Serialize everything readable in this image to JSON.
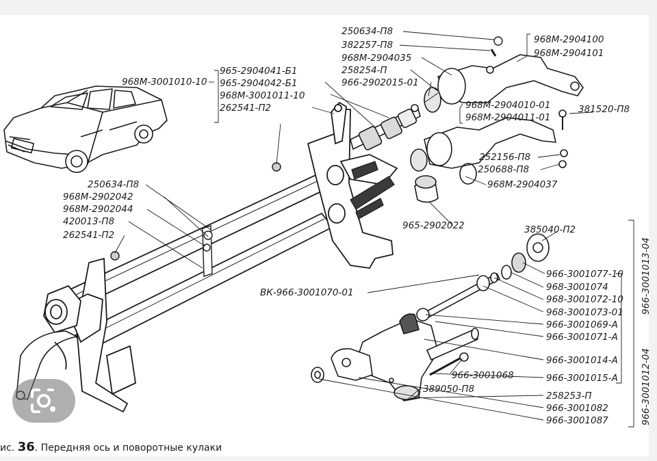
{
  "caption": {
    "prefix": "ис.",
    "number": "36",
    "text": ". Передняя ось и поворотные кулаки"
  },
  "labels": {
    "l1": "250634-П8",
    "l2": "382257-П8",
    "l3": "968М-2904035",
    "l4": "258254-П",
    "l5": "966-2902015-01",
    "l6": "968М-2904100",
    "l7": "968М-2904101",
    "l8": "968М-3001010-10",
    "l9": "965-2904041-Б1",
    "l10": "965-2904042-Б1",
    "l11": "968М-3001011-10",
    "l12": "262541-П2",
    "l13": "968М-2904010-01",
    "l14": "968М-2904011-01",
    "l15": "381520-П8",
    "l16": "252156-П8",
    "l17": "250688-П8",
    "l18": "968М-2904037",
    "l19": "250634-П8",
    "l20": "968М-2902042",
    "l21": "968М-2902044",
    "l22": "420013-П8",
    "l23": "262541-П2",
    "l24": "965-2902022",
    "l25": "385040-П2",
    "l26": "ВК-966-3001070-01",
    "l27": "966-3001077-10",
    "l28": "968-3001074",
    "l29": "968-3001072-10",
    "l30": "968-3001073-01",
    "l31": "966-3001069-А",
    "l32": "966-3001071-А",
    "l33": "966-3001014-А",
    "l34": "966-3001015-А",
    "l35": "966-3001068",
    "l36": "389050-П8",
    "l37": "258253-П",
    "l38": "966-3001082",
    "l39": "966-3001087",
    "v1": "966-3001013-04",
    "v2": "966-3001012-04"
  },
  "icons": {
    "lens": "google-lens-icon",
    "car": "car-illustration"
  },
  "colors": {
    "ink": "#1a1a1a",
    "paper": "#ffffff",
    "frame": "#f2f2f2"
  }
}
